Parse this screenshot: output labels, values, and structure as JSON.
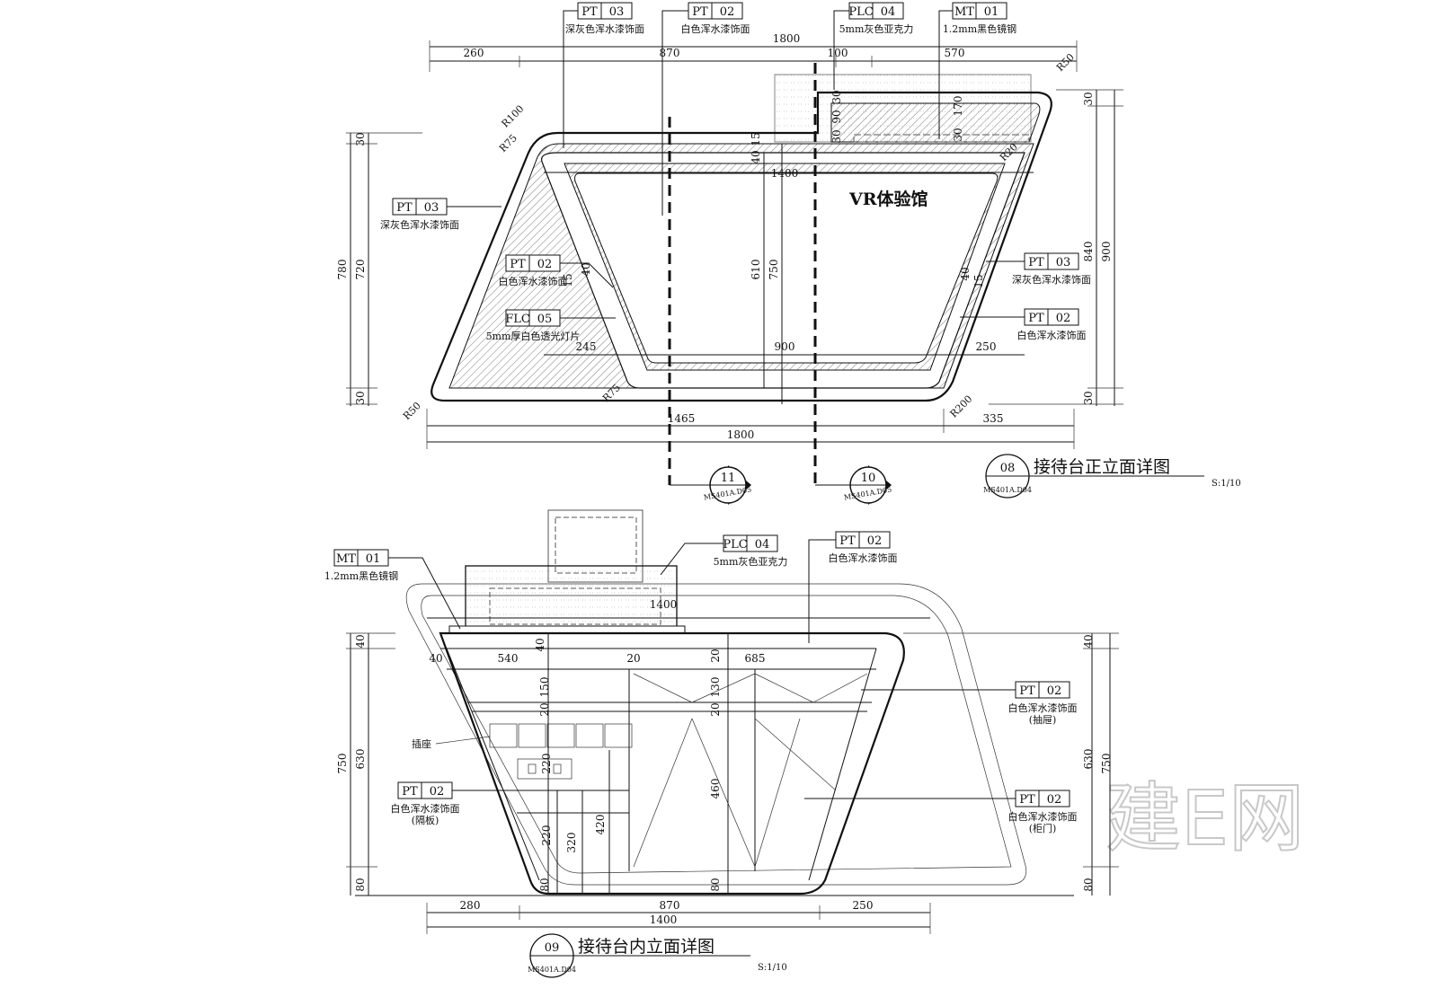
{
  "front_elevation": {
    "title": "接待台正立面详图",
    "number": "08",
    "sheet_ref": "MS401A.D04",
    "scale": "S:1/10",
    "sign_text": "VR体验馆",
    "callouts": [
      {
        "code": "PT",
        "num": "03",
        "desc": "深灰色浑水漆饰面"
      },
      {
        "code": "PT",
        "num": "02",
        "desc": "白色浑水漆饰面"
      },
      {
        "code": "PLC",
        "num": "04",
        "desc": "5mm灰色亚克力"
      },
      {
        "code": "MT",
        "num": "01",
        "desc": "1.2mm黑色镜钢"
      },
      {
        "code": "PT",
        "num": "03",
        "desc": "深灰色浑水漆饰面"
      },
      {
        "code": "PT",
        "num": "02",
        "desc": "白色浑水漆饰面"
      },
      {
        "code": "FLC",
        "num": "05",
        "desc": "5mm厚白色透光灯片"
      },
      {
        "code": "PT",
        "num": "03",
        "desc": "深灰色浑水漆饰面"
      },
      {
        "code": "PT",
        "num": "02",
        "desc": "白色浑水漆饰面"
      }
    ],
    "dims": [
      "1800",
      "260",
      "870",
      "100",
      "570",
      "30",
      "780",
      "720",
      "30",
      "30",
      "840",
      "900",
      "30",
      "1465",
      "335",
      "1800",
      "1400",
      "610",
      "750",
      "900",
      "245",
      "250",
      "15",
      "40",
      "40",
      "15",
      "40",
      "15",
      "30",
      "90",
      "30",
      "170",
      "30"
    ],
    "radii": [
      "R100",
      "R75",
      "R50",
      "R20",
      "R50",
      "R200",
      "R75"
    ]
  },
  "section_markers": [
    {
      "num": "11",
      "ref": "MS401A.D05"
    },
    {
      "num": "10",
      "ref": "MS401A.D05"
    }
  ],
  "inner_elevation": {
    "title": "接待台内立面详图",
    "number": "09",
    "sheet_ref": "MS401A.D04",
    "scale": "S:1/10",
    "socket_label": "插座",
    "callouts": [
      {
        "code": "MT",
        "num": "01",
        "desc": "1.2mm黑色镜钢",
        "sub": ""
      },
      {
        "code": "PLC",
        "num": "04",
        "desc": "5mm灰色亚克力",
        "sub": ""
      },
      {
        "code": "PT",
        "num": "02",
        "desc": "白色浑水漆饰面",
        "sub": ""
      },
      {
        "code": "PT",
        "num": "02",
        "desc": "白色浑水漆饰面",
        "sub": "(抽屉)"
      },
      {
        "code": "PT",
        "num": "02",
        "desc": "白色浑水漆饰面",
        "sub": "(柜门)"
      },
      {
        "code": "PT",
        "num": "02",
        "desc": "白色浑水漆饰面",
        "sub": "(隔板)"
      }
    ],
    "dims": [
      "1400",
      "40",
      "540",
      "20",
      "20",
      "40",
      "685",
      "150",
      "130",
      "20",
      "20",
      "460",
      "220",
      "220",
      "320",
      "420",
      "80",
      "80",
      "40",
      "630",
      "750",
      "80",
      "40",
      "630",
      "750",
      "80",
      "280",
      "870",
      "250",
      "1400"
    ]
  },
  "watermark": "建E网"
}
